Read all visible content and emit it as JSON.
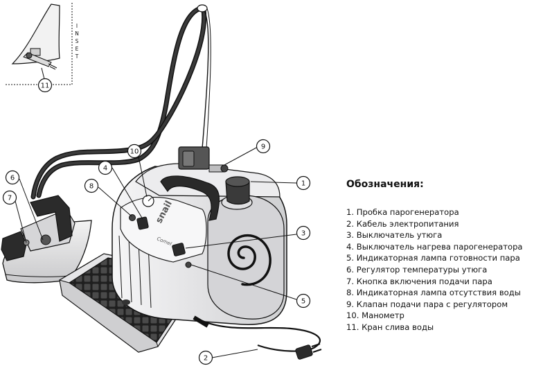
{
  "inset_label": "INSET",
  "brand_label": "snail",
  "maker_label": "Comel",
  "legend": {
    "title": "Обозначения:",
    "items": [
      "1. Пробка парогенератора",
      "2. Кабель электропитания",
      "3. Выключатель утюга",
      "4. Выключатель нагрева парогенератора",
      "5. Индикаторная лампа готовности пара",
      "6. Регулятор температуры утюга",
      "7. Кнопка включения подачи пара",
      "8. Индикаторная лампа отсутствия воды",
      "9. Клапан подачи пара с регулятором",
      "10. Манометр",
      "11. Кран слива воды"
    ]
  },
  "callouts": [
    "1",
    "2",
    "3",
    "4",
    "5",
    "6",
    "7",
    "8",
    "9",
    "10",
    "11"
  ],
  "colors": {
    "line": "#111111",
    "body_fill": "#e9e9ea",
    "hose": "#1c1c1c",
    "pedal": "#2a2a2a"
  }
}
